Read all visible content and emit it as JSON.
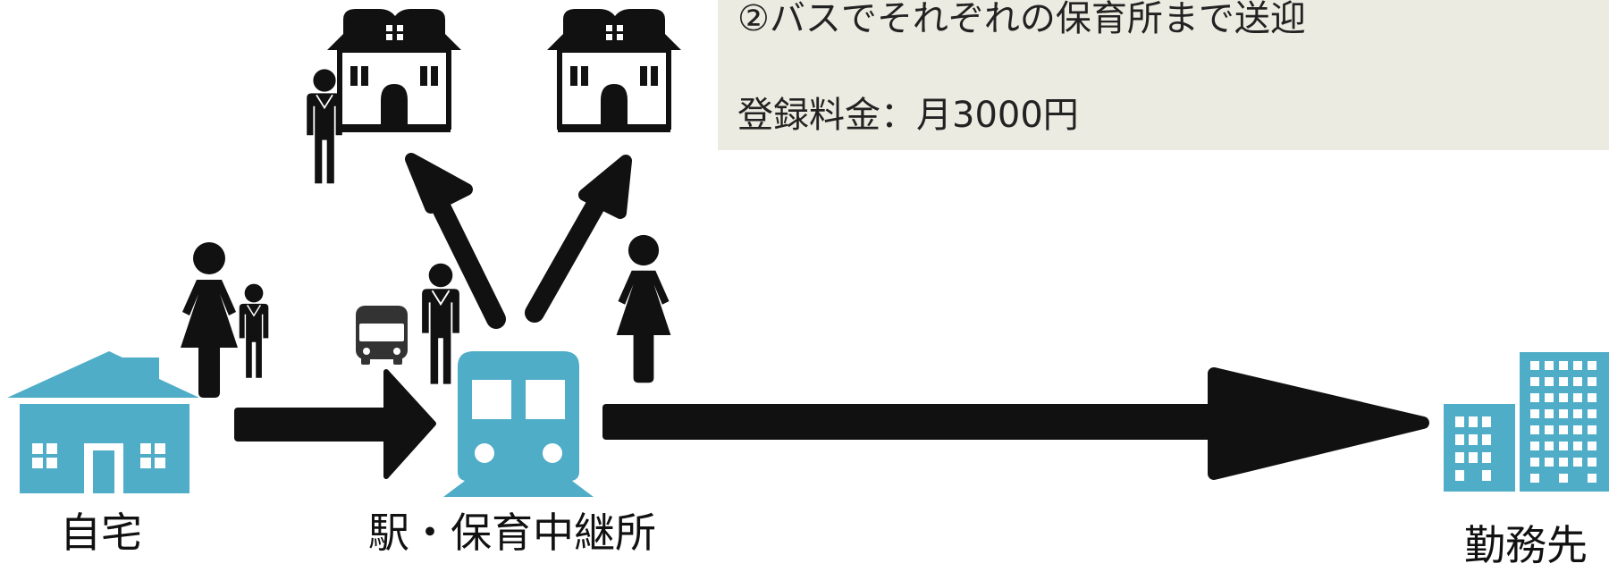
{
  "info": {
    "line1": "②バスでそれぞれの保育所まで送迎",
    "line2": "登録料金：月3000円"
  },
  "labels": {
    "home": "自宅",
    "station": "駅・保育中継所",
    "office": "勤務先"
  },
  "colors": {
    "accent": "#4fadc7",
    "icon": "#111111",
    "box": "#ecebe1"
  }
}
